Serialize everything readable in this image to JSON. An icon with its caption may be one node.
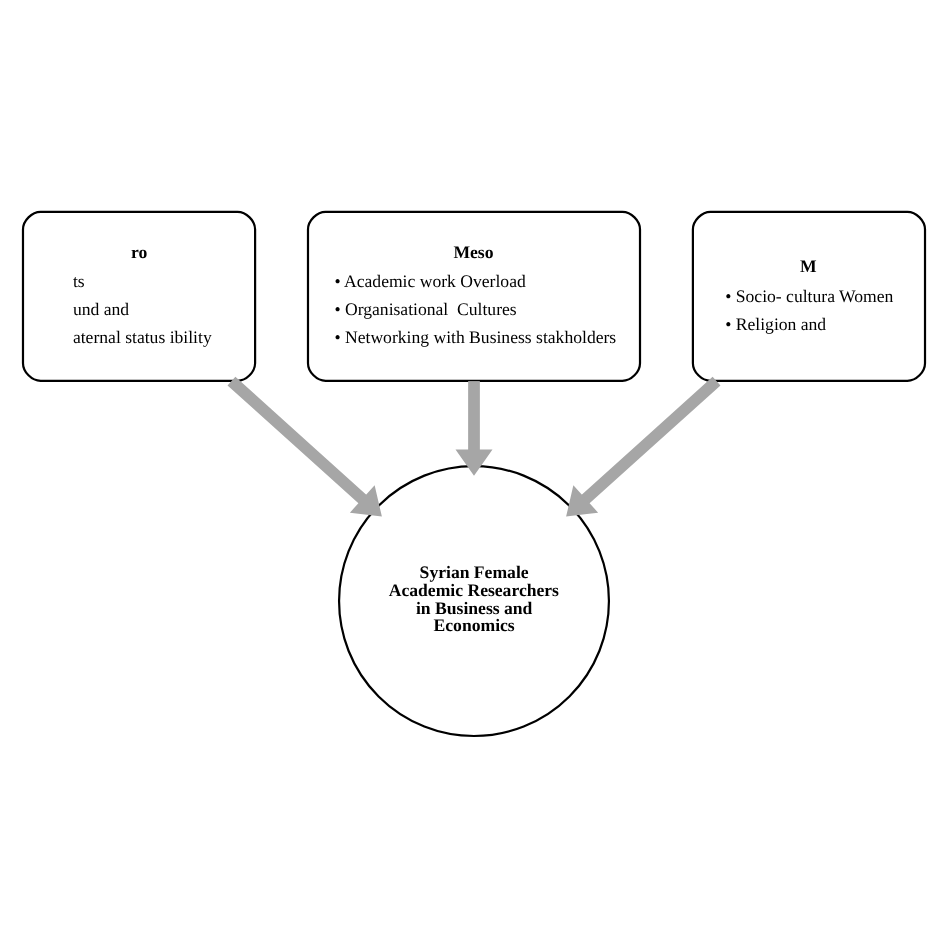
{
  "diagram": {
    "nodes": [
      {
        "text": [
          "Meso",
          "• Academic work Overload",
          "• Organisational  Cultures",
          "• Networking with Business stakholders"
        ]
      },
      {
        "text": [
          "ro",
          "ts",
          "und and",
          "aternal status ibility"
        ]
      },
      {
        "text": [
          "M",
          "• Socio- cultura Women",
          "• Religion and"
        ]
      },
      {
        "text": [
          "Syrian Female Academic Researchers in Business and Economics"
        ]
      }
    ],
    "edges": [
      {
        "from": 1,
        "to": 3,
        "arrow": "to"
      },
      {
        "from": 0,
        "to": 3,
        "arrow": "to"
      },
      {
        "from": 2,
        "to": 3,
        "arrow": "to"
      }
    ]
  }
}
